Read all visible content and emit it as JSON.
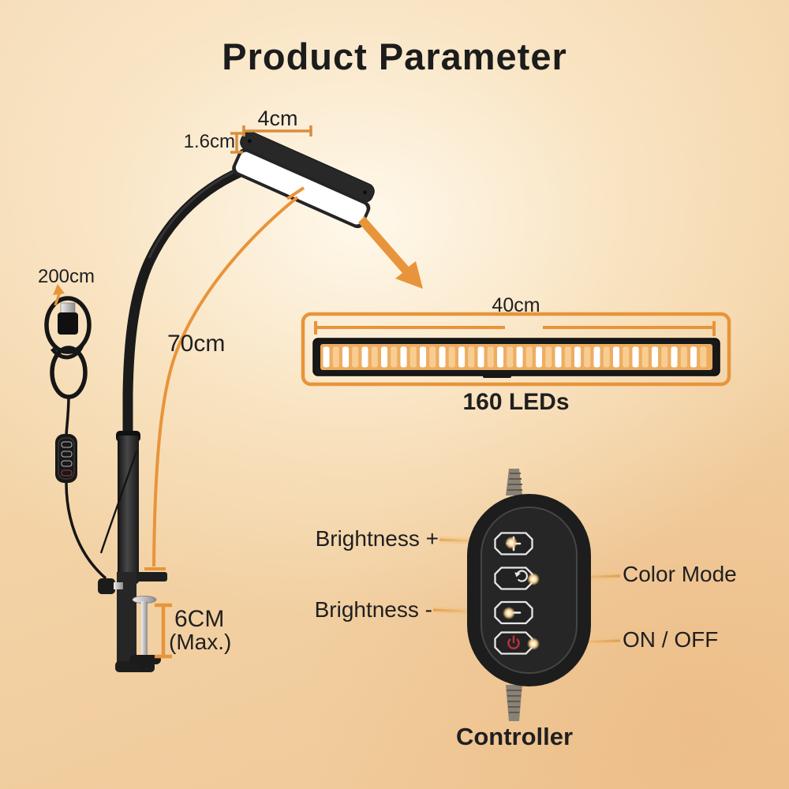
{
  "title": "Product Parameter",
  "colors": {
    "accent_orange": "#E8943A",
    "glow_line": "#F2C27A",
    "text_dark": "#1F1F1F",
    "power_red": "#B5303C",
    "background_center": "#F9ECD2",
    "background_edge": "#EFC796"
  },
  "lamp": {
    "head_width": "4cm",
    "head_thickness": "1.6cm",
    "arm_length": "70cm",
    "cable_length": "200cm",
    "clamp_max_line1": "6CM",
    "clamp_max_line2": "(Max.)"
  },
  "led_bar": {
    "width": "40cm",
    "leds": "160 LEDs",
    "segment_count": 40
  },
  "controller": {
    "caption": "Controller",
    "buttons": [
      {
        "id": "brightness-up",
        "icon": "plus-icon",
        "label": "Brightness +",
        "label_side": "left"
      },
      {
        "id": "color-mode",
        "icon": "color-cycle-icon",
        "label": "Color Mode",
        "label_side": "right"
      },
      {
        "id": "brightness-down",
        "icon": "minus-icon",
        "label": "Brightness -",
        "label_side": "left"
      },
      {
        "id": "power",
        "icon": "power-icon",
        "label": "ON / OFF",
        "label_side": "right"
      }
    ]
  }
}
